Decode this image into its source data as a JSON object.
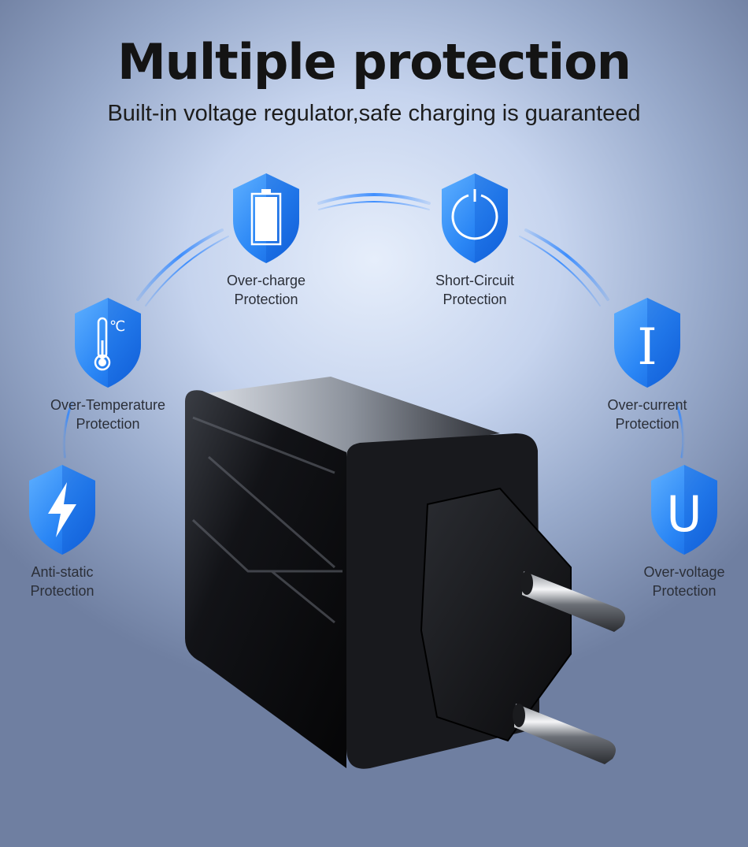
{
  "header": {
    "title": "Multiple protection",
    "subtitle": "Built-in voltage regulator,safe charging is guaranteed"
  },
  "features": [
    {
      "icon": "battery-icon",
      "line1": "Over-charge",
      "line2": "Protection"
    },
    {
      "icon": "power-icon",
      "line1": "Short-Circuit",
      "line2": "Protection"
    },
    {
      "icon": "thermometer-icon",
      "line1": "Over-Temperature",
      "line2": "Protection",
      "symbol": "℃"
    },
    {
      "icon": "current-icon",
      "line1": "Over-current",
      "line2": "Protection",
      "symbol": "I"
    },
    {
      "icon": "lightning-icon",
      "line1": "Anti-static",
      "line2": "Protection"
    },
    {
      "icon": "voltage-icon",
      "line1": "Over-voltage",
      "line2": "Protection",
      "symbol": "U"
    }
  ],
  "colors": {
    "shield_light": "#4da3ff",
    "shield_dark": "#1565e0",
    "arc": "#2f86ff",
    "title": "#141414"
  }
}
